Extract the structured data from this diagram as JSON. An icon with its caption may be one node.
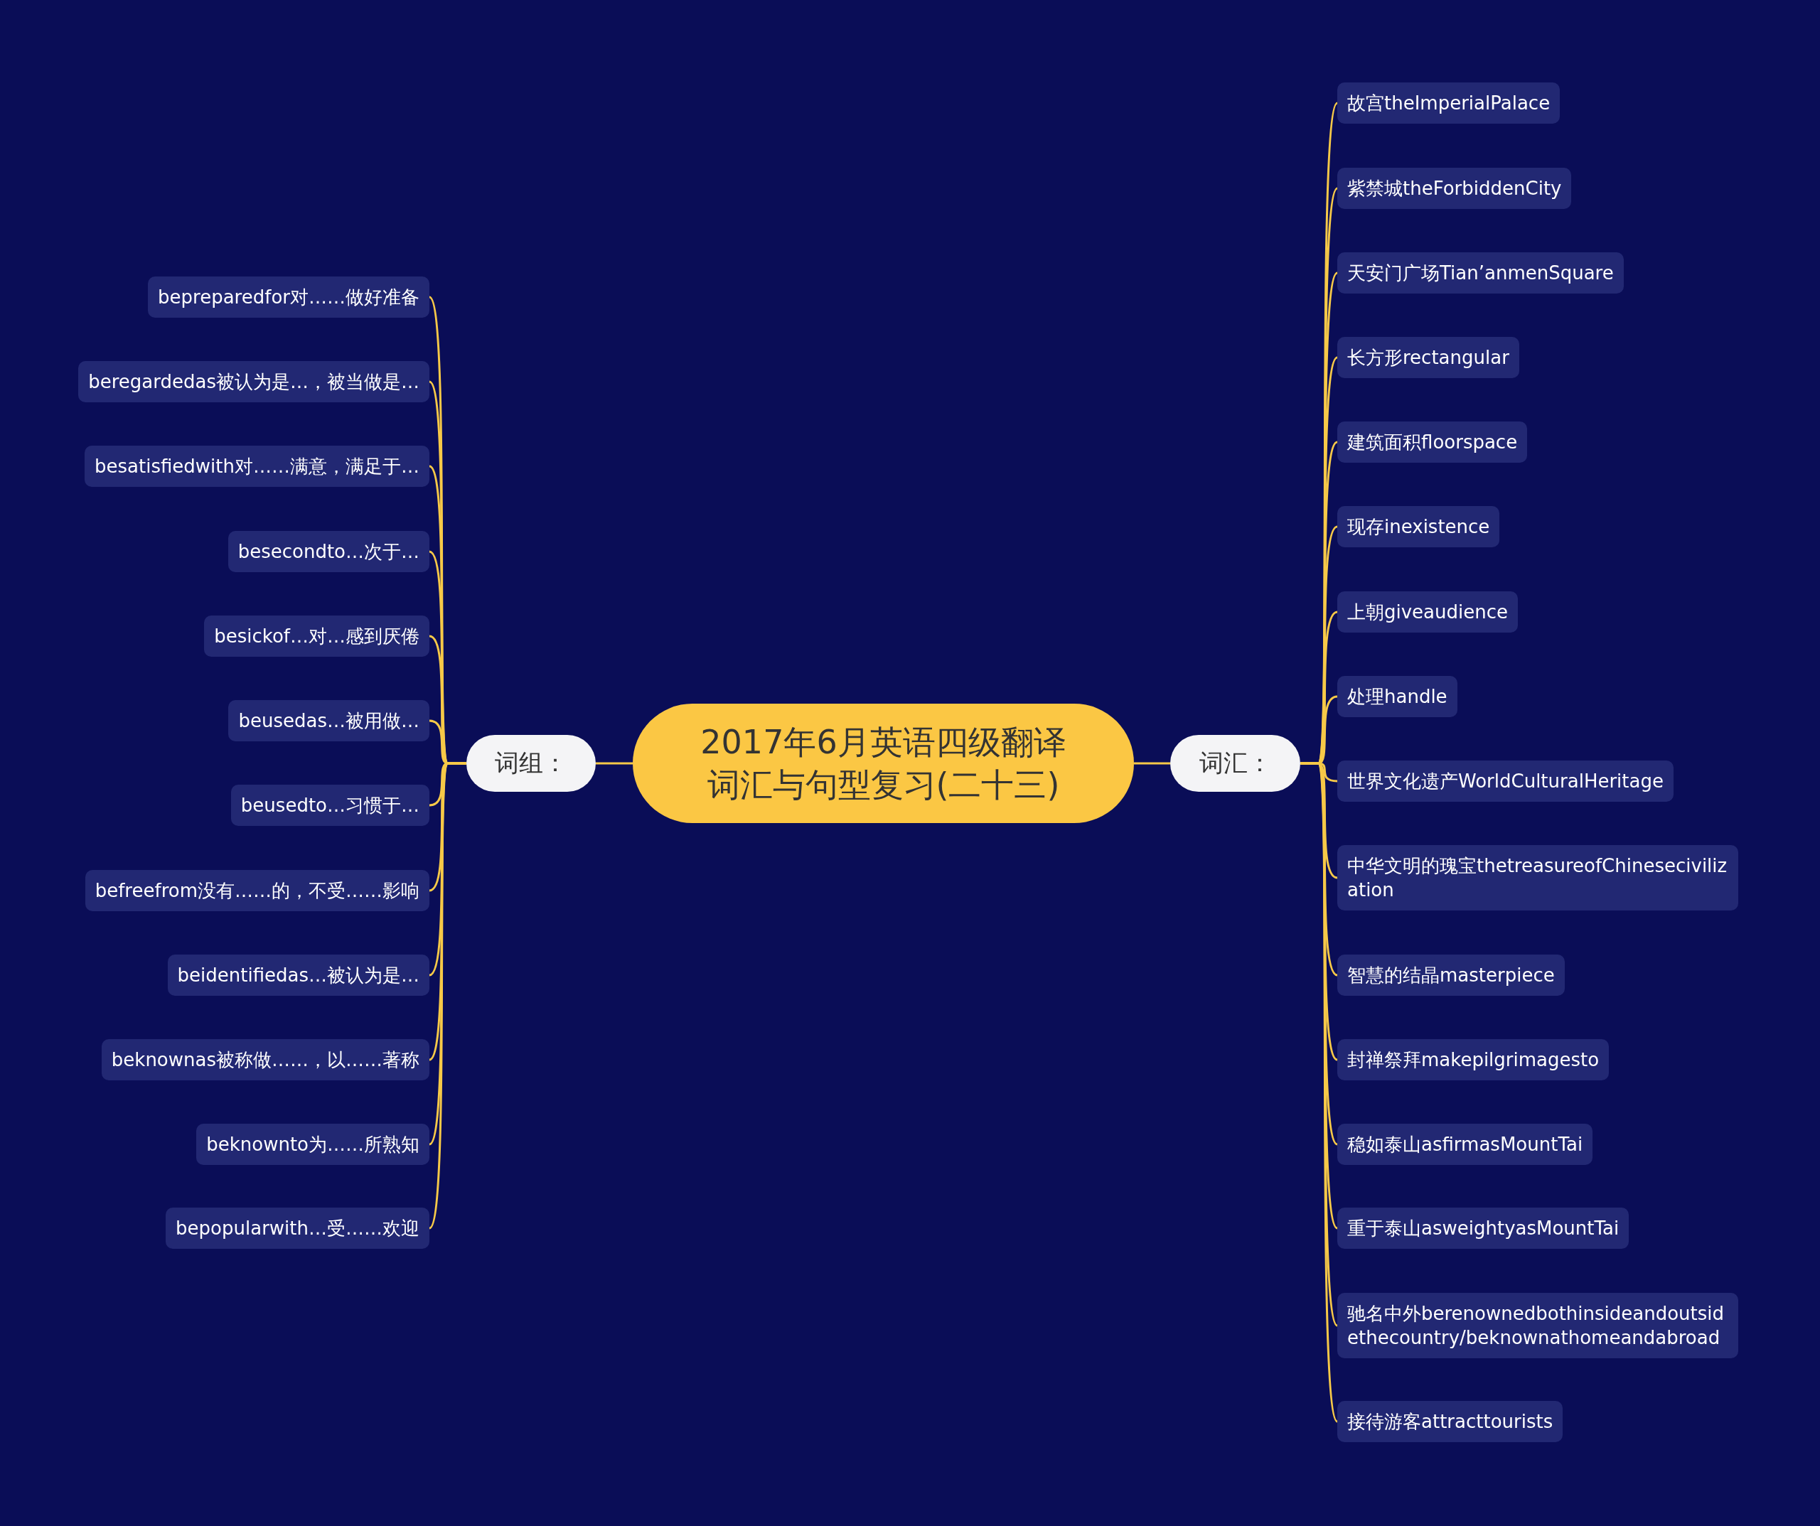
{
  "diagram": {
    "nodes": [
      {
        "text": [
          "2017年6月英语四级翻译词汇与句型复习(二十三)"
        ]
      },
      {
        "text": [
          "词组："
        ]
      },
      {
        "text": [
          "bepreparedfor对……做好准备"
        ]
      },
      {
        "text": [
          "beregardedas被认为是…，被当做是…"
        ]
      },
      {
        "text": [
          "besatisfiedwith对……满意，满足于…"
        ]
      },
      {
        "text": [
          "besecondto…次于…"
        ]
      },
      {
        "text": [
          "besickof…对…感到厌倦"
        ]
      },
      {
        "text": [
          "beusedas…被用做…"
        ]
      },
      {
        "text": [
          "beusedto…习惯于…"
        ]
      },
      {
        "text": [
          "befreefrom没有……的，不受……影响"
        ]
      },
      {
        "text": [
          "beidentifiedas…被认为是…"
        ]
      },
      {
        "text": [
          "beknownas被称做……，以……著称"
        ]
      },
      {
        "text": [
          "beknownto为……所熟知"
        ]
      },
      {
        "text": [
          "bepopularwith…受……欢迎"
        ]
      },
      {
        "text": [
          "词汇："
        ]
      },
      {
        "text": [
          "故宫theImperialPalace"
        ]
      },
      {
        "text": [
          "紫禁城theForbiddenCity"
        ]
      },
      {
        "text": [
          "天安门广场Tian’anmenSquare"
        ]
      },
      {
        "text": [
          "长方形rectangular"
        ]
      },
      {
        "text": [
          "建筑面积floorspace"
        ]
      },
      {
        "text": [
          "现存inexistence"
        ]
      },
      {
        "text": [
          "上朝giveaudience"
        ]
      },
      {
        "text": [
          "处理handle"
        ]
      },
      {
        "text": [
          "世界文化遗产WorldCulturalHeritage"
        ]
      },
      {
        "text": [
          "中华文明的瑰宝thetreasureofChinesecivilization"
        ]
      },
      {
        "text": [
          "智慧的结晶masterpiece"
        ]
      },
      {
        "text": [
          "封禅祭拜makepilgrimagesto"
        ]
      },
      {
        "text": [
          "稳如泰山asfirmasMountTai"
        ]
      },
      {
        "text": [
          "重于泰山asweightyasMountTai"
        ]
      },
      {
        "text": [
          "驰名中外berenownedbothinsideandoutsidethecountry/beknownathomeandabroad"
        ]
      },
      {
        "text": [
          "接待游客attracttourists"
        ]
      }
    ],
    "edges": [
      {
        "from": 0,
        "to": 1,
        "arrow": "none"
      },
      {
        "from": 0,
        "to": 14,
        "arrow": "none"
      },
      {
        "from": 1,
        "to": 2,
        "arrow": "none"
      },
      {
        "from": 1,
        "to": 3,
        "arrow": "none"
      },
      {
        "from": 1,
        "to": 4,
        "arrow": "none"
      },
      {
        "from": 1,
        "to": 5,
        "arrow": "none"
      },
      {
        "from": 1,
        "to": 6,
        "arrow": "none"
      },
      {
        "from": 1,
        "to": 7,
        "arrow": "none"
      },
      {
        "from": 1,
        "to": 8,
        "arrow": "none"
      },
      {
        "from": 1,
        "to": 9,
        "arrow": "none"
      },
      {
        "from": 1,
        "to": 10,
        "arrow": "none"
      },
      {
        "from": 1,
        "to": 11,
        "arrow": "none"
      },
      {
        "from": 1,
        "to": 12,
        "arrow": "none"
      },
      {
        "from": 1,
        "to": 13,
        "arrow": "none"
      },
      {
        "from": 14,
        "to": 15,
        "arrow": "none"
      },
      {
        "from": 14,
        "to": 16,
        "arrow": "none"
      },
      {
        "from": 14,
        "to": 17,
        "arrow": "none"
      },
      {
        "from": 14,
        "to": 18,
        "arrow": "none"
      },
      {
        "from": 14,
        "to": 19,
        "arrow": "none"
      },
      {
        "from": 14,
        "to": 20,
        "arrow": "none"
      },
      {
        "from": 14,
        "to": 21,
        "arrow": "none"
      },
      {
        "from": 14,
        "to": 22,
        "arrow": "none"
      },
      {
        "from": 14,
        "to": 23,
        "arrow": "none"
      },
      {
        "from": 14,
        "to": 24,
        "arrow": "none"
      },
      {
        "from": 14,
        "to": 25,
        "arrow": "none"
      },
      {
        "from": 14,
        "to": 26,
        "arrow": "none"
      },
      {
        "from": 14,
        "to": 27,
        "arrow": "none"
      },
      {
        "from": 14,
        "to": 28,
        "arrow": "none"
      },
      {
        "from": 14,
        "to": 29,
        "arrow": "none"
      },
      {
        "from": 14,
        "to": 30,
        "arrow": "none"
      }
    ]
  }
}
